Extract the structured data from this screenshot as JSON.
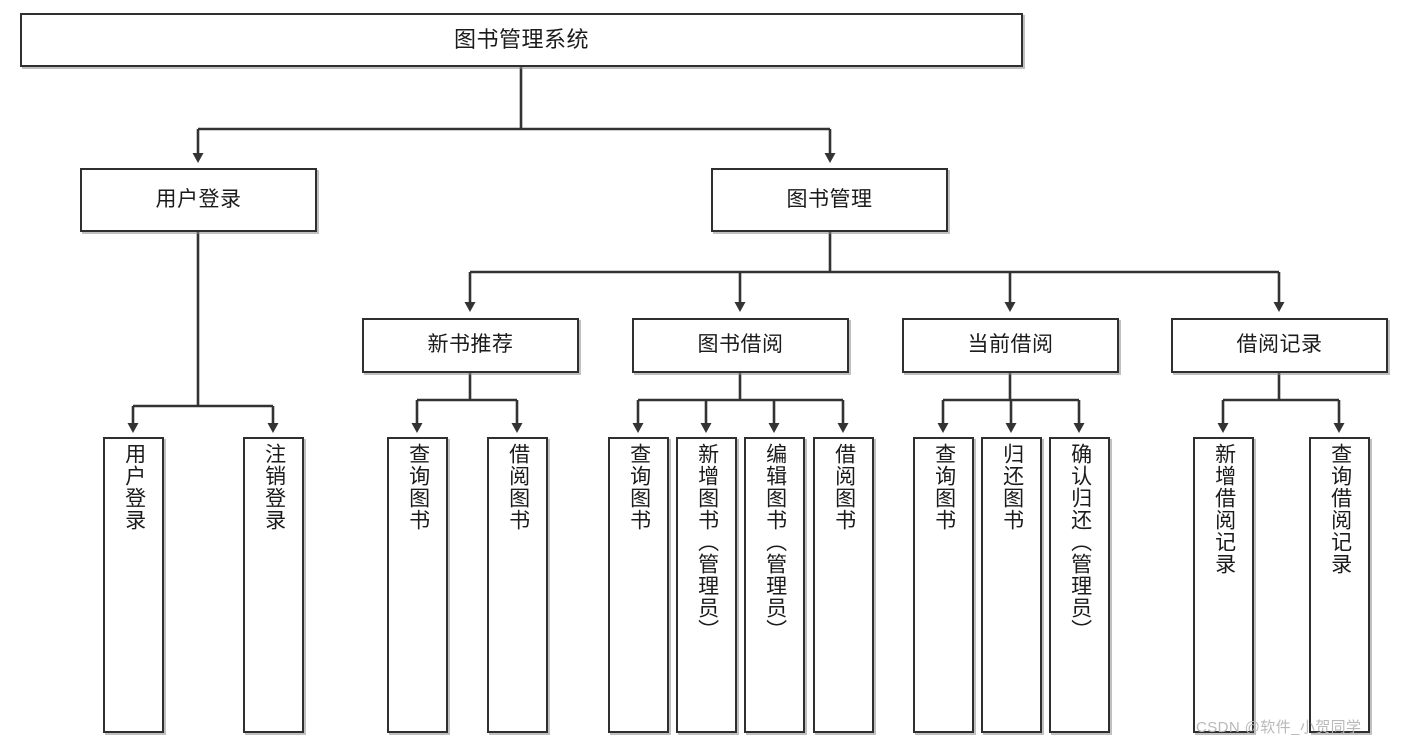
{
  "diagram": {
    "title_node": {
      "id": "root",
      "label": "图书管理系统"
    },
    "level2": [
      {
        "id": "user-login",
        "label": "用户登录"
      },
      {
        "id": "book-manage",
        "label": "图书管理"
      }
    ],
    "level3": [
      {
        "id": "new-book-recommend",
        "label": "新书推荐"
      },
      {
        "id": "book-borrow",
        "label": "图书借阅"
      },
      {
        "id": "current-borrow",
        "label": "当前借阅"
      },
      {
        "id": "borrow-record",
        "label": "借阅记录"
      }
    ],
    "leaves": {
      "user_login": [
        {
          "id": "leaf-user-login",
          "label": "用户登录"
        },
        {
          "id": "leaf-logout-login",
          "label": "注销登录"
        }
      ],
      "new_book_recommend": [
        {
          "id": "leaf-query-book-1",
          "label": "查询图书"
        },
        {
          "id": "leaf-borrow-book-1",
          "label": "借阅图书"
        }
      ],
      "book_borrow": [
        {
          "id": "leaf-query-book-2",
          "label": "查询图书"
        },
        {
          "id": "leaf-add-book",
          "label": "新增图书（管理员）"
        },
        {
          "id": "leaf-edit-book",
          "label": "编辑图书（管理员）"
        },
        {
          "id": "leaf-borrow-book-2",
          "label": "借阅图书"
        }
      ],
      "current_borrow": [
        {
          "id": "leaf-query-book-3",
          "label": "查询图书"
        },
        {
          "id": "leaf-return-book",
          "label": "归还图书"
        },
        {
          "id": "leaf-confirm-return",
          "label": "确认归还（管理员）"
        }
      ],
      "borrow_record": [
        {
          "id": "leaf-add-record",
          "label": "新增借阅记录"
        },
        {
          "id": "leaf-query-record",
          "label": "查询借阅记录"
        }
      ]
    }
  },
  "watermark": {
    "text": "CSDN @软件_小贺同学"
  },
  "colors": {
    "box_border": "#2f2f2f",
    "box_fill": "#ffffff",
    "connector": "#333333",
    "text": "#1b1b1b",
    "watermark": "#b9b9b9",
    "page_background": "#ffffff"
  }
}
